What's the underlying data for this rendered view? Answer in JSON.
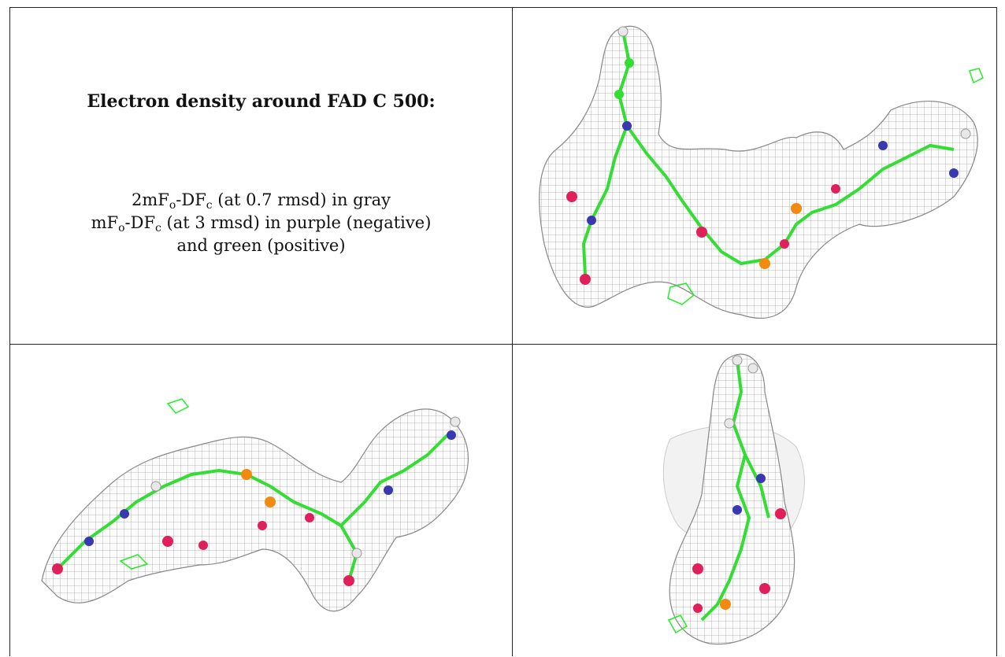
{
  "caption": {
    "heading": "Electron density around FAD C 500:",
    "line1": {
      "a": "2mF",
      "a_sub": "o",
      "b": "-DF",
      "b_sub": "c",
      "c": " (at 0.7 rmsd) in gray"
    },
    "line2": {
      "a": "mF",
      "a_sub": "o",
      "b": "-DF",
      "b_sub": "c",
      "c": " (at 3 rmsd) in purple (negative)"
    },
    "line3": "and green (positive)"
  },
  "colors": {
    "mesh": "#9a9a9a",
    "carbon": "#33dd33",
    "oxygen": "#e0205a",
    "nitrogen": "#3838b0",
    "phosphorus": "#f08a10",
    "hydrogen": "#e8e8e8",
    "negative": "#b040c0",
    "positive": "#22ee22"
  }
}
